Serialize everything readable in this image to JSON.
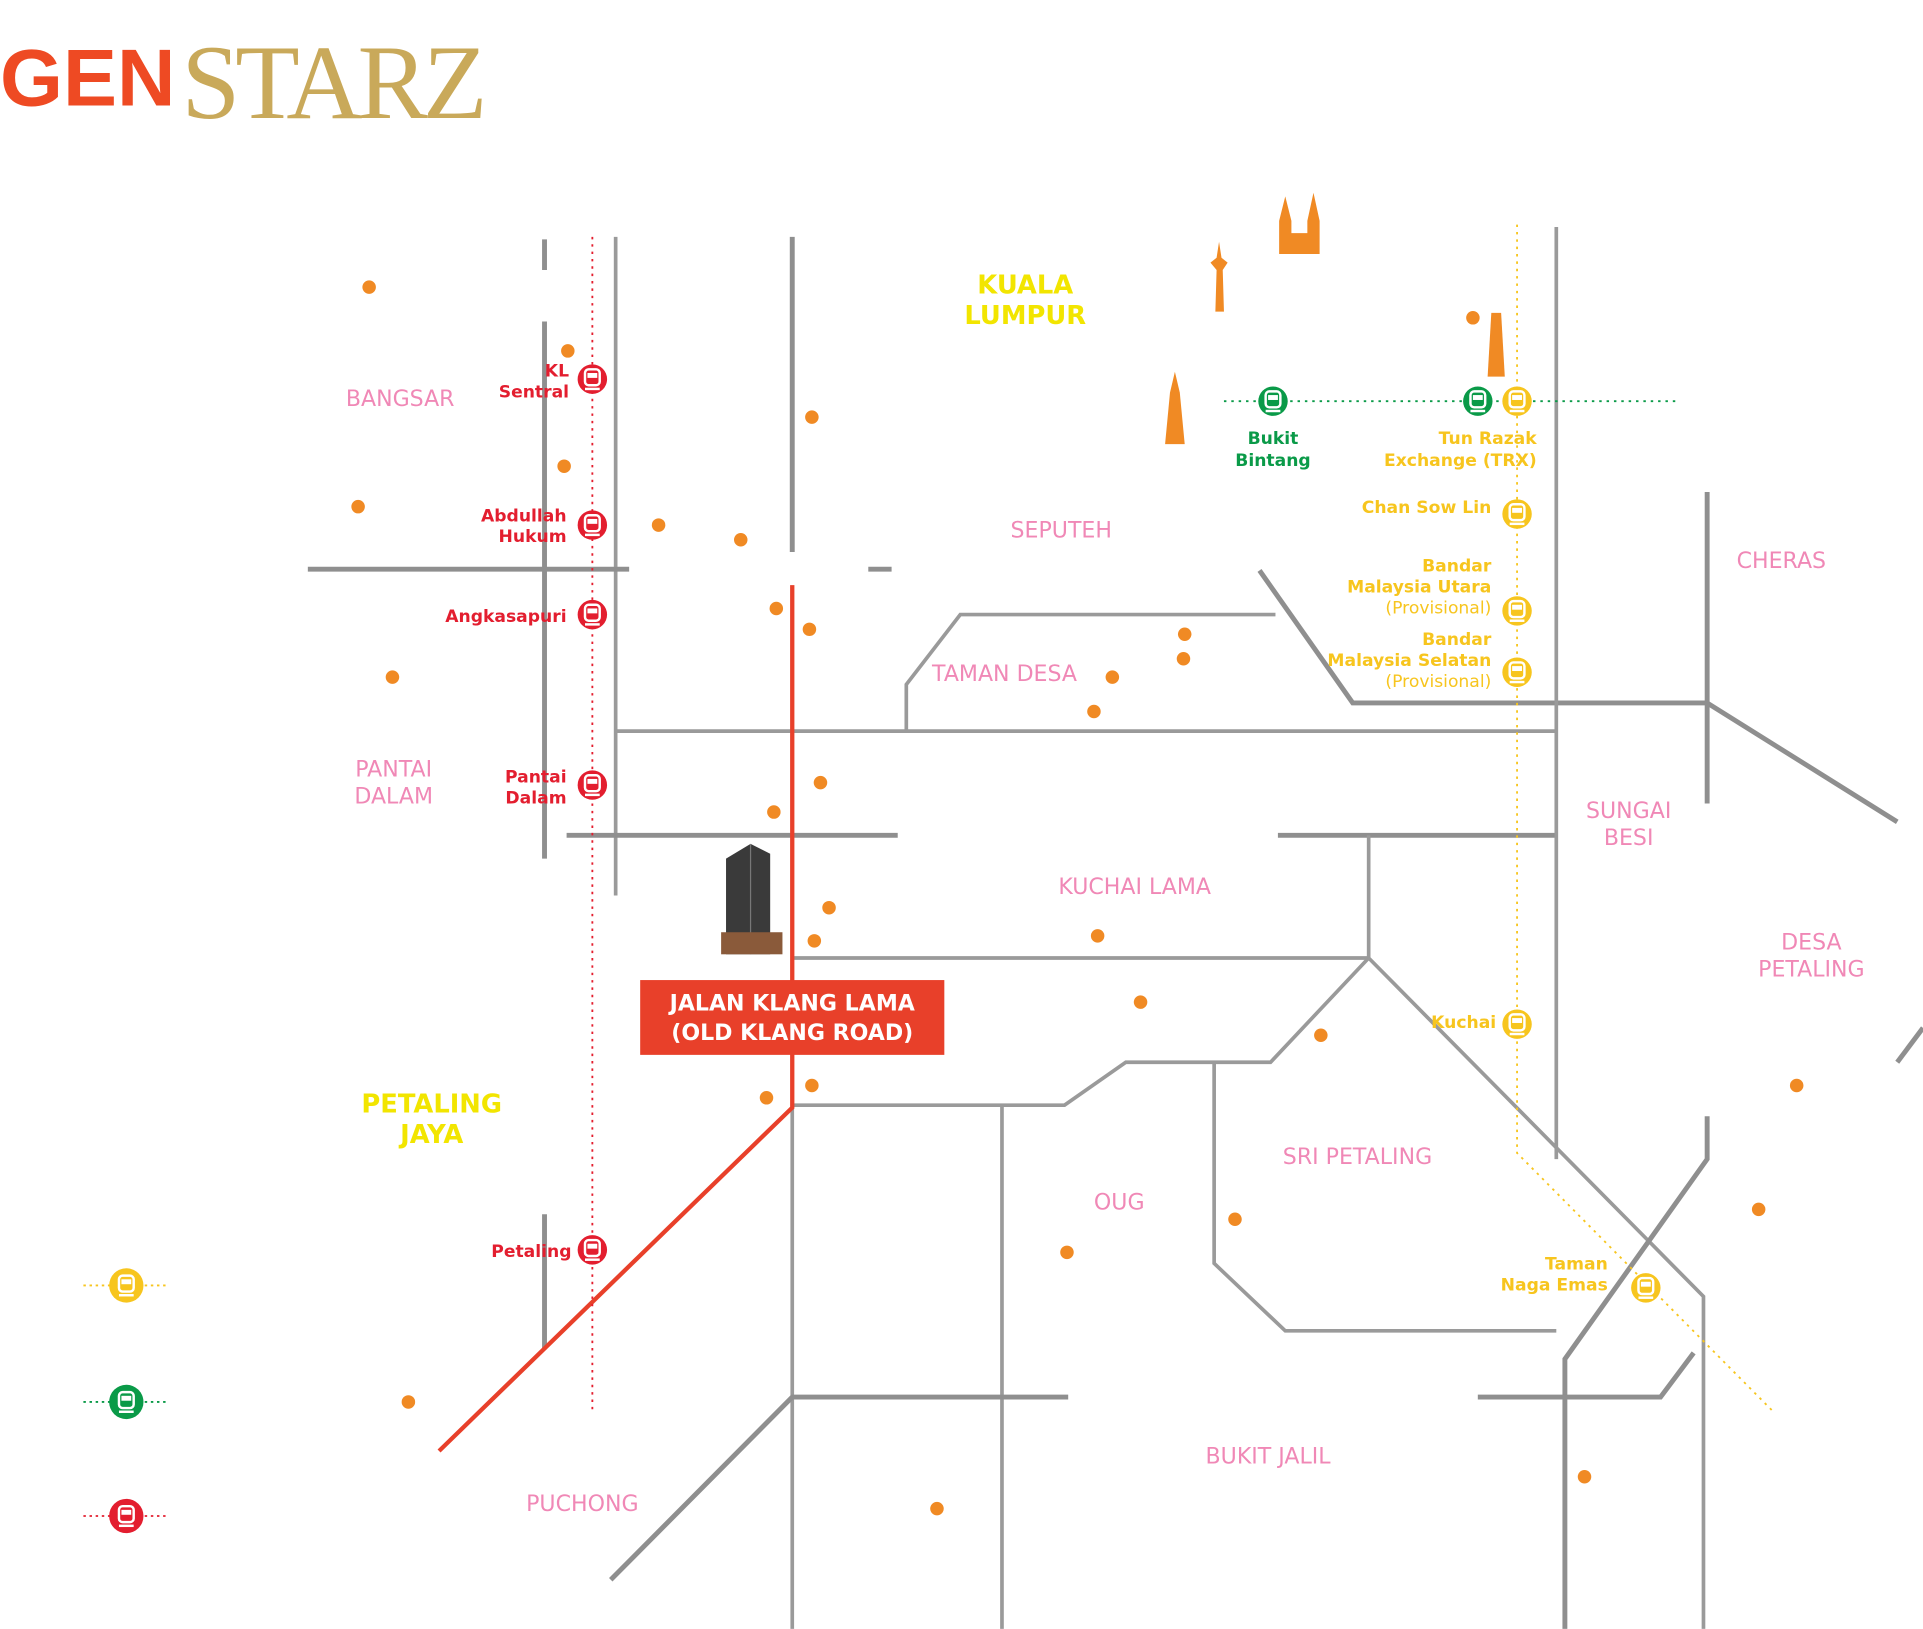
{
  "logo": {
    "part1": "GEN",
    "part2": "STARZ"
  },
  "colors": {
    "red_line": "#e31e2f",
    "green_line": "#0a9a48",
    "yellow_line": "#f7c51e",
    "road": "#9a9a9a",
    "main_road": "#e8402a",
    "poi": "#f08a24",
    "area_label": "#f088b6",
    "city_label": "#f2e500"
  },
  "cities": {
    "kl": [
      "KUALA",
      "LUMPUR"
    ],
    "pj": [
      "PETALING",
      "JAYA"
    ]
  },
  "areas": {
    "bangsar": "BANGSAR",
    "pantai_dalam": [
      "PANTAI",
      "DALAM"
    ],
    "seputeh": "SEPUTEH",
    "taman_desa": "TAMAN DESA",
    "cheras": "CHERAS",
    "sungai_besi": [
      "SUNGAI",
      "BESI"
    ],
    "kuchai_lama": "KUCHAI LAMA",
    "desa_petaling": [
      "DESA",
      "PETALING"
    ],
    "sri_petaling": "SRI PETALING",
    "oug": "OUG",
    "bukit_jalil": "BUKIT JALIL",
    "puchong": "PUCHONG"
  },
  "stations": {
    "kl_sentral": [
      "KL",
      "Sentral"
    ],
    "abdullah_hukum": [
      "Abdullah",
      "Hukum"
    ],
    "angkasapuri": "Angkasapuri",
    "pantai_dalam": [
      "Pantai",
      "Dalam"
    ],
    "petaling": "Petaling",
    "bukit_bintang": [
      "Bukit",
      "Bintang"
    ],
    "trx": [
      "Tun Razak",
      "Exchange (TRX)"
    ],
    "chan_sow_lin": "Chan Sow Lin",
    "bmu": [
      "Bandar",
      "Malaysia Utara",
      "(Provisional)"
    ],
    "bms": [
      "Bandar",
      "Malaysia Selatan",
      "(Provisional)"
    ],
    "kuchai": "Kuchai",
    "taman_naga_emas": [
      "Taman",
      "Naga Emas"
    ]
  },
  "project": {
    "road_label": [
      "JALAN KLANG LAMA",
      "(OLD KLANG ROAD)"
    ]
  },
  "legend": [
    {
      "line": "yellow",
      "icon": "train-icon"
    },
    {
      "line": "green",
      "icon": "train-icon"
    },
    {
      "line": "red",
      "icon": "train-icon"
    }
  ]
}
